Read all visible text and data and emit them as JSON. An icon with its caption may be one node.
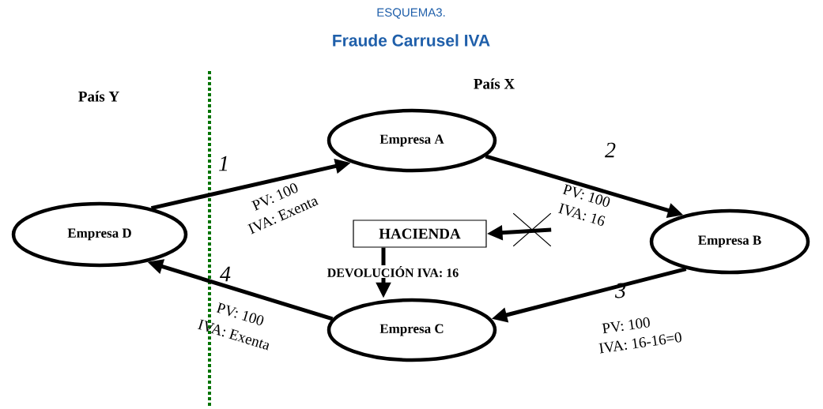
{
  "diagram": {
    "title": "Fraude Carrusel IVA",
    "nodes": [
      {
        "text": [
          "Empresa A"
        ]
      },
      {
        "text": [
          "Empresa D"
        ]
      },
      {
        "text": [
          "HACIENDA"
        ]
      },
      {
        "text": [
          "Empresa B"
        ]
      },
      {
        "text": [
          "Empresa C"
        ]
      },
      {
        "text": [],
        "shape": "cross"
      }
    ],
    "edges": [
      {
        "from": 1,
        "to": 0,
        "arrow": "to",
        "label": "PV: 100"
      },
      {
        "from": 0,
        "to": 3,
        "arrow": "to",
        "label": "PV: 100"
      },
      {
        "from": 3,
        "to": 4,
        "arrow": "to",
        "label": "PV: 100"
      },
      {
        "from": 4,
        "to": 1,
        "arrow": "to",
        "label": "PV: 100"
      },
      {
        "from": 2,
        "to": 4,
        "arrow": "to",
        "label": "DEVOLUCIÓN IVA: 16"
      },
      {
        "from": 5,
        "to": 2,
        "arrow": "to"
      }
    ],
    "labels": [
      "ESQUEMA3.",
      "País X",
      "País Y",
      "1",
      "2",
      "IVA: Exenta",
      "IVA: 16",
      "4",
      "3",
      "IVA: Exenta",
      "IVA: 16-16=0"
    ]
  }
}
